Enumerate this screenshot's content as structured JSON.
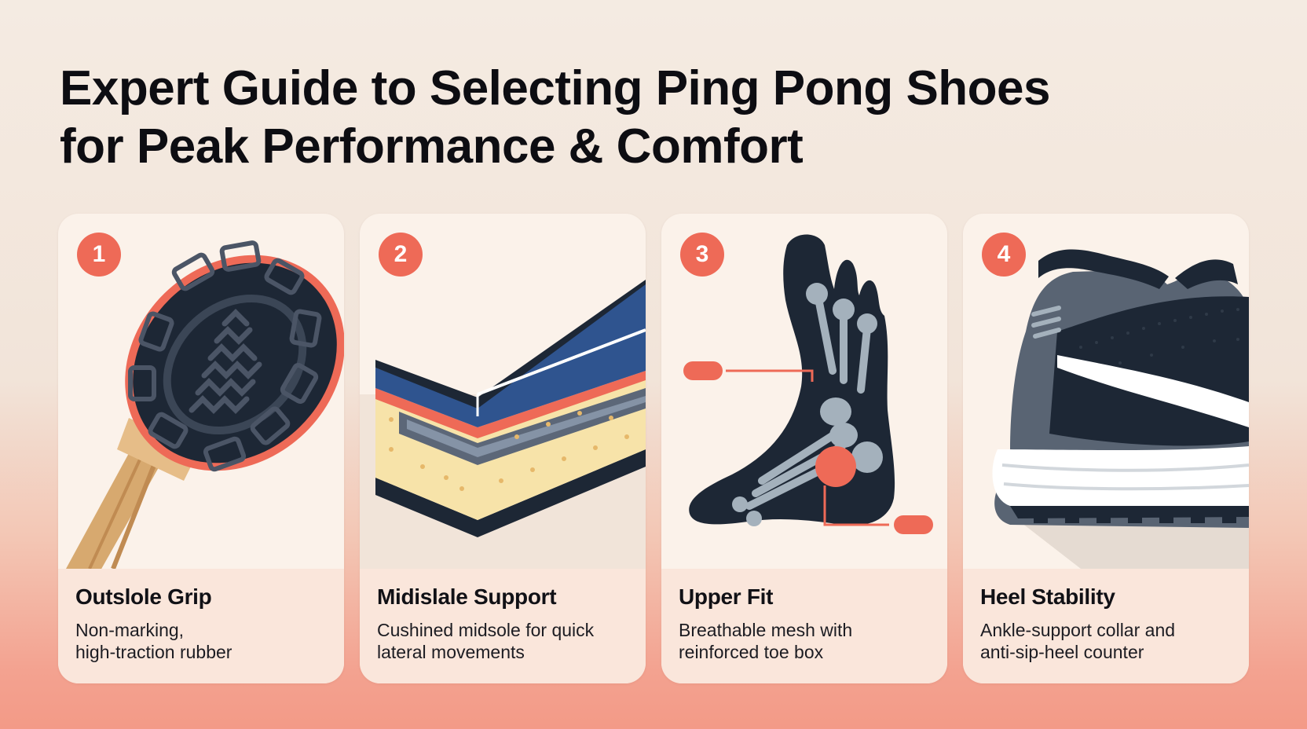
{
  "title": {
    "line1": "Expert Guide to Selecting Ping Pong Shoes",
    "line2": "for Peak Performance & Comfort"
  },
  "colors": {
    "accent": "#ee6a57",
    "navy": "#1d2735",
    "card": "#fbf2ea",
    "table_blue": "#2f548f",
    "foam": "#f7e3a9"
  },
  "cards": [
    {
      "number": "1",
      "title": "Outslole Grip",
      "desc_line1": "Non-marking,",
      "desc_line2": "high-traction rubber",
      "icon": "paddle-sole-icon"
    },
    {
      "number": "2",
      "title": "Midislale Support",
      "desc_line1": "Cushined midsole for quick",
      "desc_line2": "lateral movements",
      "icon": "midsole-layers-icon"
    },
    {
      "number": "3",
      "title": "Upper Fit",
      "desc_line1": "Breathable mesh with",
      "desc_line2": "reinforced toe box",
      "icon": "foot-xray-icon"
    },
    {
      "number": "4",
      "title": "Heel Stability",
      "desc_line1": "Ankle-support collar and",
      "desc_line2": "anti-sip-heel counter",
      "icon": "sneaker-icon"
    }
  ]
}
